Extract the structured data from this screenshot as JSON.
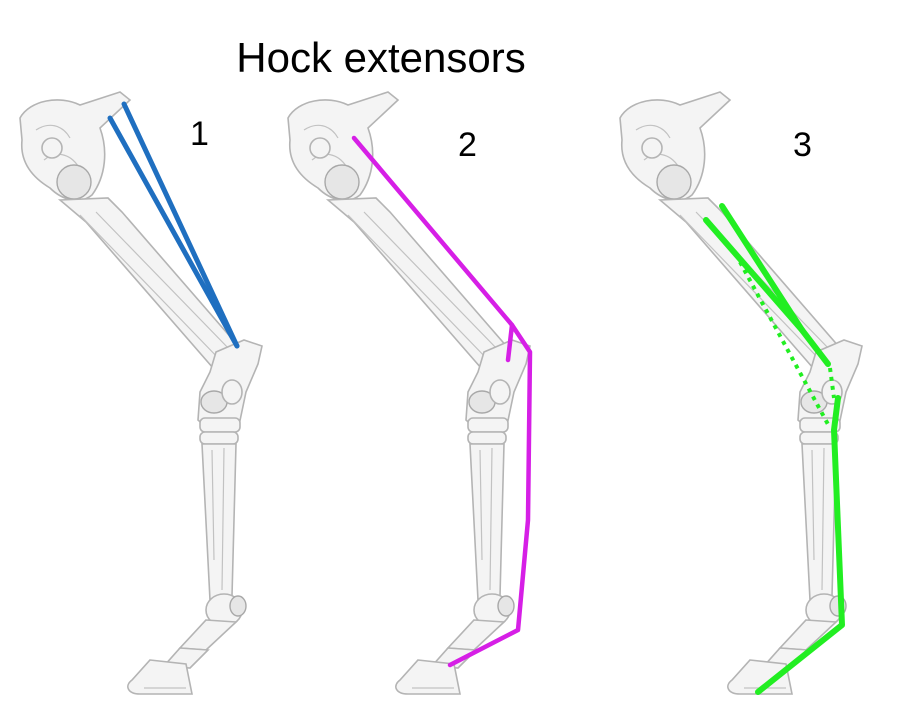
{
  "title": "Hock extensors",
  "panels": [
    {
      "number": "1",
      "muscle_color": "#1f6fc0"
    },
    {
      "number": "2",
      "muscle_color": "#d61fe6"
    },
    {
      "number": "3",
      "muscle_color": "#22ee22"
    }
  ],
  "bone_color": "#bdbdbd"
}
